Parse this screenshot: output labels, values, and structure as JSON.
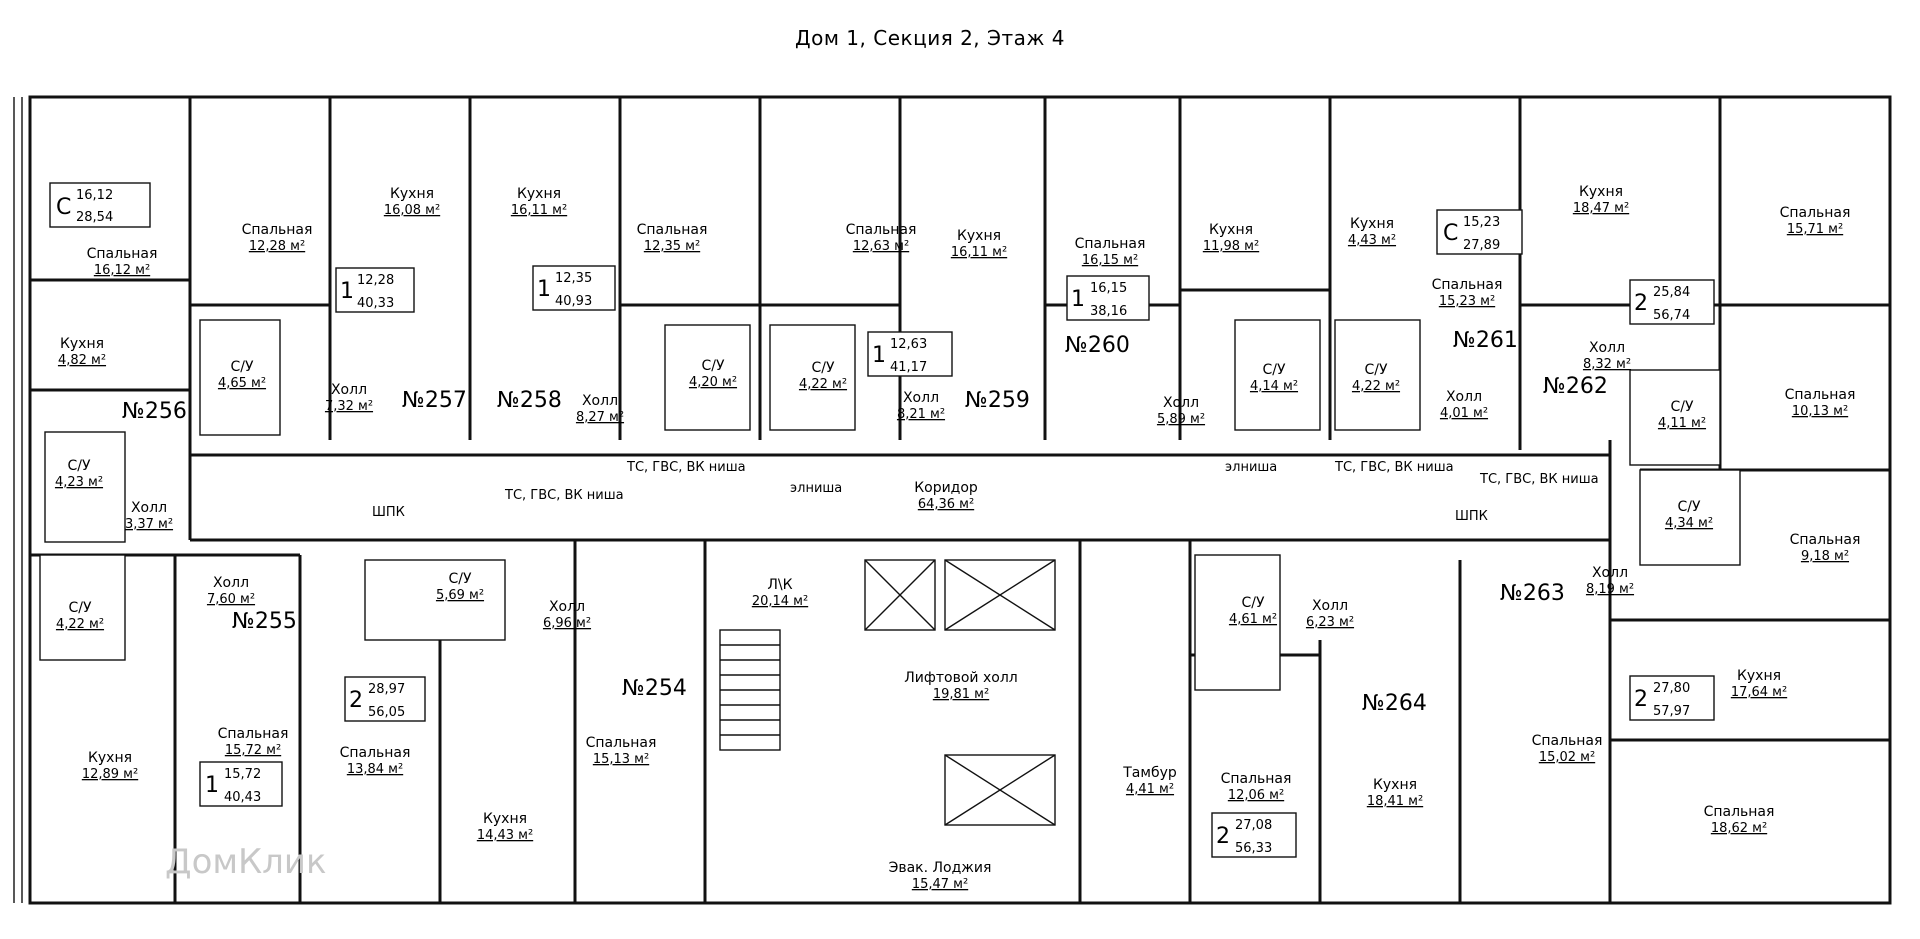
{
  "title": "Дом 1, Секция 2, Этаж 4",
  "watermark": "ДомКлик",
  "colors": {
    "line": "#111111",
    "watermark": "#c8c8c8"
  },
  "apartments": [
    {
      "number": "№256",
      "rooms": "С",
      "living": "16,12",
      "total": "28,54"
    },
    {
      "number": "№257",
      "rooms": "1",
      "living": "12,28",
      "total": "40,33"
    },
    {
      "number": "№258",
      "rooms": "1",
      "living": "12,35",
      "total": "40,93"
    },
    {
      "number": "№259",
      "rooms": "1",
      "living": "12,63",
      "total": "41,17"
    },
    {
      "number": "№260",
      "rooms": "1",
      "living": "16,15",
      "total": "38,16"
    },
    {
      "number": "№261",
      "rooms": "С",
      "living": "15,23",
      "total": "27,89"
    },
    {
      "number": "№262",
      "rooms": "2",
      "living": "25,84",
      "total": "56,74"
    },
    {
      "number": "№263",
      "rooms": "2",
      "living": "27,80",
      "total": "57,97"
    },
    {
      "number": "№264",
      "rooms": "2",
      "living": "27,08",
      "total": "56,33"
    },
    {
      "number": "№255",
      "rooms": "1",
      "living": "15,72",
      "total": "40,43"
    },
    {
      "number": "№254",
      "rooms": "2",
      "living": "28,97",
      "total": "56,05"
    }
  ],
  "rooms": [
    {
      "name": "Спальная",
      "area": "16,12 м²"
    },
    {
      "name": "Кухня",
      "area": "4,82 м²"
    },
    {
      "name": "С/У",
      "area": "4,23 м²"
    },
    {
      "name": "Холл",
      "area": "3,37 м²"
    },
    {
      "name": "Спальная",
      "area": "12,28 м²"
    },
    {
      "name": "Кухня",
      "area": "16,08 м²"
    },
    {
      "name": "С/У",
      "area": "4,65 м²"
    },
    {
      "name": "Холл",
      "area": "7,32 м²"
    },
    {
      "name": "Кухня",
      "area": "16,11 м²"
    },
    {
      "name": "Холл",
      "area": "8,27 м²"
    },
    {
      "name": "Спальная",
      "area": "12,35 м²"
    },
    {
      "name": "С/У",
      "area": "4,20 м²"
    },
    {
      "name": "Спальная",
      "area": "12,63 м²"
    },
    {
      "name": "С/У",
      "area": "4,22 м²"
    },
    {
      "name": "Кухня",
      "area": "16,11 м²"
    },
    {
      "name": "Холл",
      "area": "8,21 м²"
    },
    {
      "name": "Спальная",
      "area": "16,15 м²"
    },
    {
      "name": "Кухня",
      "area": "11,98 м²"
    },
    {
      "name": "С/У",
      "area": "4,14 м²"
    },
    {
      "name": "Холл",
      "area": "5,89 м²"
    },
    {
      "name": "Кухня",
      "area": "4,43 м²"
    },
    {
      "name": "Спальная",
      "area": "15,23 м²"
    },
    {
      "name": "С/У",
      "area": "4,22 м²"
    },
    {
      "name": "Холл",
      "area": "4,01 м²"
    },
    {
      "name": "Кухня",
      "area": "18,47 м²"
    },
    {
      "name": "Спальная",
      "area": "15,71 м²"
    },
    {
      "name": "Холл",
      "area": "8,32 м²"
    },
    {
      "name": "С/У",
      "area": "4,11 м²"
    },
    {
      "name": "Спальная",
      "area": "10,13 м²"
    },
    {
      "name": "Коридор",
      "area": "64,36 м²"
    },
    {
      "name": "С/У",
      "area": "4,34 м²"
    },
    {
      "name": "Спальная",
      "area": "9,18 м²"
    },
    {
      "name": "Холл",
      "area": "8,19 м²"
    },
    {
      "name": "С/У",
      "area": "4,22 м²"
    },
    {
      "name": "Холл",
      "area": "7,60 м²"
    },
    {
      "name": "С/У",
      "area": "5,69 м²"
    },
    {
      "name": "Холл",
      "area": "6,96 м²"
    },
    {
      "name": "Л\\К",
      "area": "20,14 м²"
    },
    {
      "name": "Лифтовой холл",
      "area": "19,81 м²"
    },
    {
      "name": "С/У",
      "area": "4,61 м²"
    },
    {
      "name": "Холл",
      "area": "6,23 м²"
    },
    {
      "name": "Кухня",
      "area": "12,89 м²"
    },
    {
      "name": "Спальная",
      "area": "15,72 м²"
    },
    {
      "name": "Спальная",
      "area": "13,84 м²"
    },
    {
      "name": "Кухня",
      "area": "14,43 м²"
    },
    {
      "name": "Спальная",
      "area": "15,13 м²"
    },
    {
      "name": "Тамбур",
      "area": "4,41 м²"
    },
    {
      "name": "Эвак. Лоджия",
      "area": "15,47 м²"
    },
    {
      "name": "Спальная",
      "area": "12,06 м²"
    },
    {
      "name": "Кухня",
      "area": "18,41 м²"
    },
    {
      "name": "Спальная",
      "area": "15,02 м²"
    },
    {
      "name": "Кухня",
      "area": "17,64 м²"
    },
    {
      "name": "Спальная",
      "area": "18,62 м²"
    }
  ],
  "notes": [
    "ТС, ГВС, ВК ниша",
    "элниша",
    "элниша",
    "ТС, ГВС, ВК ниша",
    "ТС, ГВС, ВК ниша",
    "ТС, ГВС, ВК ниша",
    "ШПК",
    "ШПК"
  ]
}
